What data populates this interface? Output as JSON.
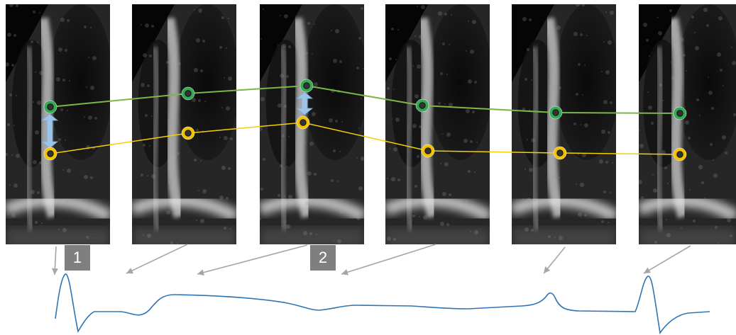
{
  "figure": {
    "background": "#ffffff",
    "panel_count": 6,
    "panel_image": "echocardiogram-apical-view",
    "markers": {
      "green": {
        "fill_color": "#34a853",
        "line_color": "#7ab648",
        "name": "green-marker"
      },
      "yellow": {
        "fill_color": "#f2c200",
        "line_color": "#f5d000",
        "name": "yellow-marker"
      }
    },
    "arrow_color": "#9dc3e6",
    "pointer_color": "#a6a6a6",
    "trace_color": "#2e75b6",
    "labels": [
      "1",
      "2"
    ]
  }
}
